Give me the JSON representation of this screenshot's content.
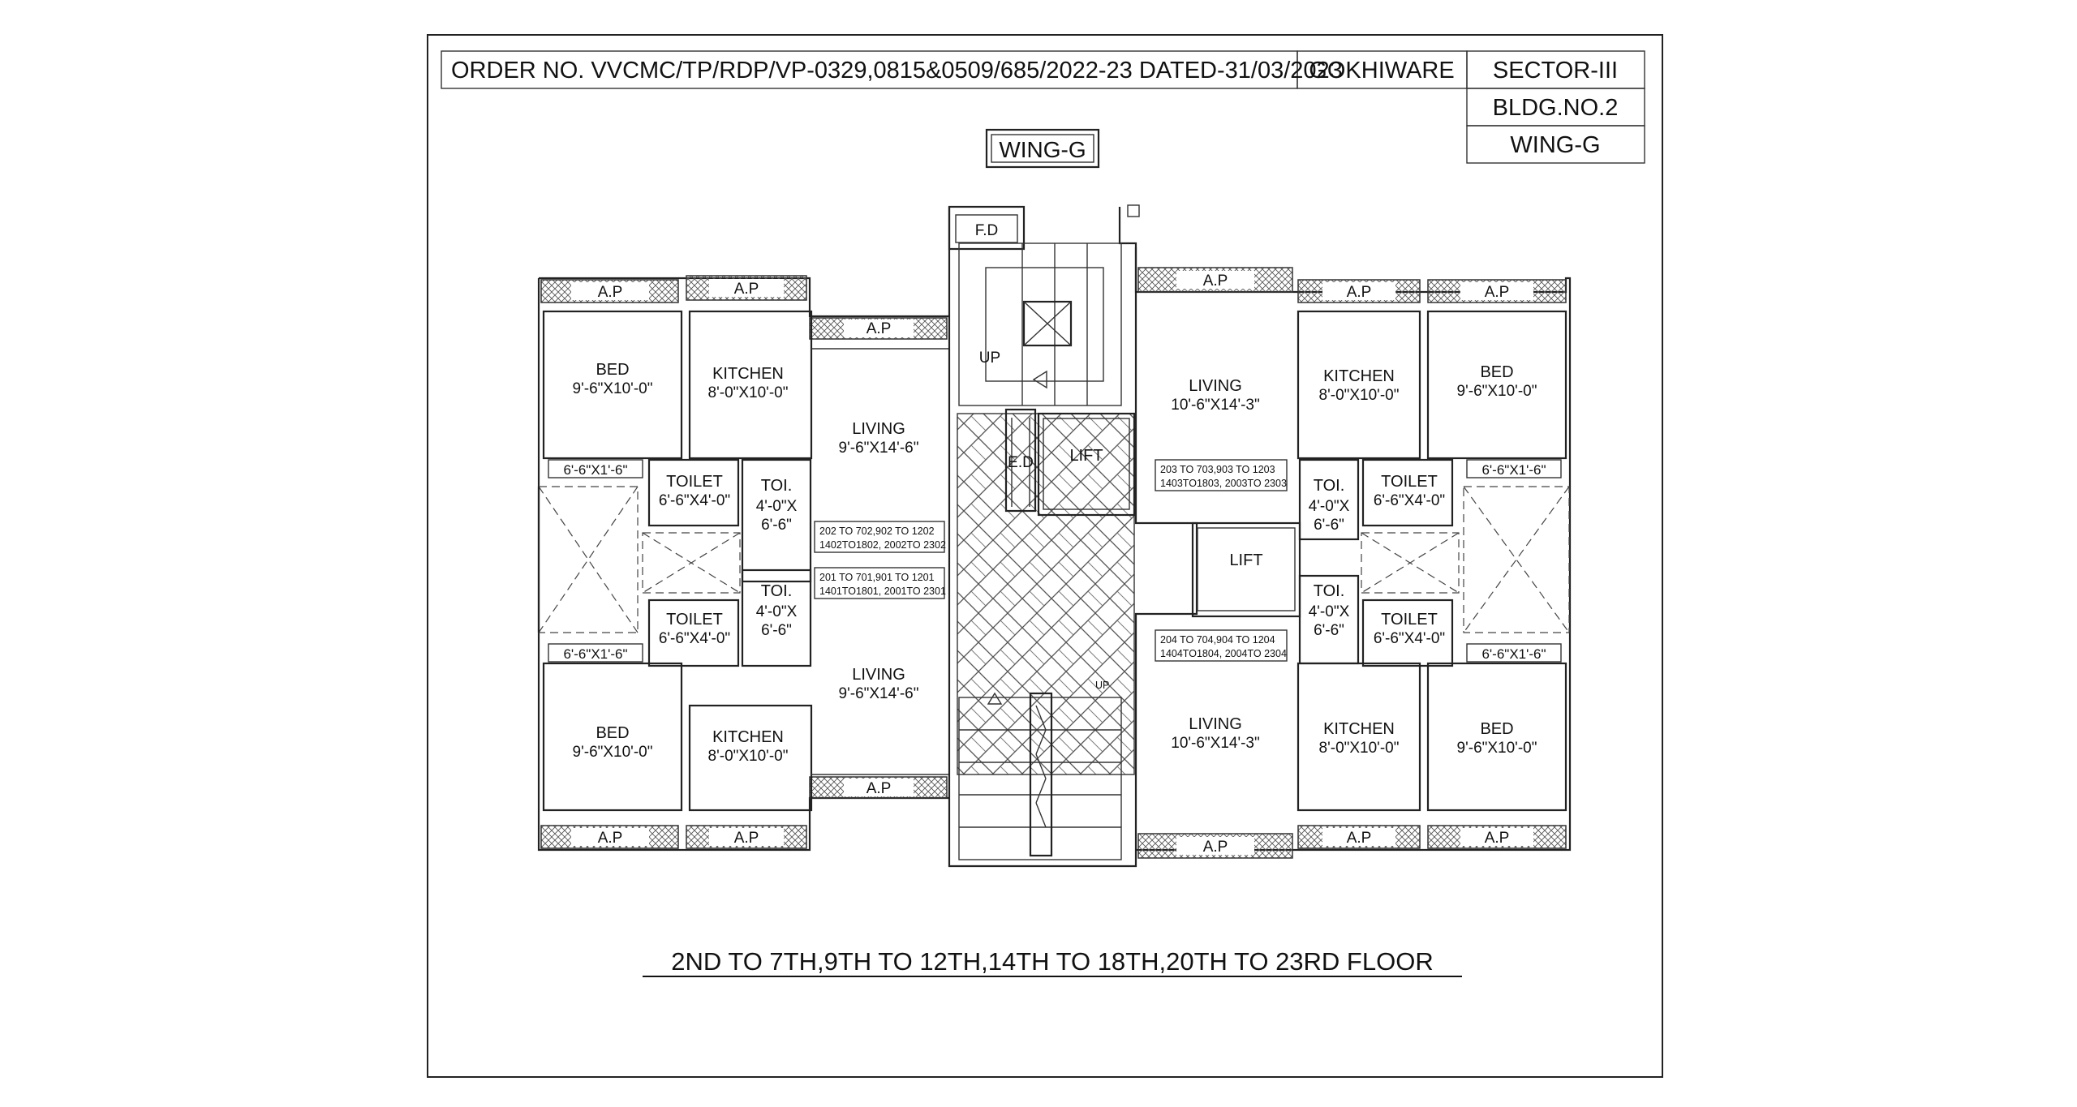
{
  "title_block": {
    "order_no": "ORDER NO. VVCMC/TP/RDP/VP-0329,0815&0509/685/2022-23 DATED-31/03/2023",
    "location": "GOKHIWARE",
    "sector": "SECTOR-III",
    "building": "BLDG.NO.2",
    "wing": "WING-G"
  },
  "wing_label": "WING-G",
  "floor_caption": "2ND TO 7TH,9TH TO 12TH,14TH TO 18TH,20TH TO 23RD FLOOR",
  "labels": {
    "ap": "A.P",
    "fd": "F.D",
    "ed": "E.D",
    "lift": "LIFT",
    "up": "UP"
  },
  "rooms": {
    "left_top": {
      "bed": {
        "name": "BED",
        "size": "9'-6\"X10'-0\""
      },
      "kitchen": {
        "name": "KITCHEN",
        "size": "8'-0\"X10'-0\""
      },
      "living": {
        "name": "LIVING",
        "size": "9'-6\"X14'-6\""
      },
      "duct": "6'-6\"X1'-6\"",
      "toilet": {
        "name": "TOILET",
        "size": "6'-6\"X4'-0\""
      },
      "toi": {
        "name": "TOI.",
        "size1": "4'-0\"X",
        "size2": "6'-6\""
      }
    },
    "left_bottom": {
      "bed": {
        "name": "BED",
        "size": "9'-6\"X10'-0\""
      },
      "kitchen": {
        "name": "KITCHEN",
        "size": "8'-0\"X10'-0\""
      },
      "living": {
        "name": "LIVING",
        "size": "9'-6\"X14'-6\""
      },
      "duct": "6'-6\"X1'-6\"",
      "toilet": {
        "name": "TOILET",
        "size": "6'-6\"X4'-0\""
      },
      "toi": {
        "name": "TOI.",
        "size1": "4'-0\"X",
        "size2": "6'-6\""
      }
    },
    "right_top": {
      "bed": {
        "name": "BED",
        "size": "9'-6\"X10'-0\""
      },
      "kitchen": {
        "name": "KITCHEN",
        "size": "8'-0\"X10'-0\""
      },
      "living": {
        "name": "LIVING",
        "size": "10'-6\"X14'-3\""
      },
      "duct": "6'-6\"X1'-6\"",
      "toilet": {
        "name": "TOILET",
        "size": "6'-6\"X4'-0\""
      },
      "toi": {
        "name": "TOI.",
        "size1": "4'-0\"X",
        "size2": "6'-6\""
      }
    },
    "right_bottom": {
      "bed": {
        "name": "BED",
        "size": "9'-6\"X10'-0\""
      },
      "kitchen": {
        "name": "KITCHEN",
        "size": "8'-0\"X10'-0\""
      },
      "living": {
        "name": "LIVING",
        "size": "10'-6\"X14'-3\""
      },
      "duct": "6'-6\"X1'-6\"",
      "toilet": {
        "name": "TOILET",
        "size": "6'-6\"X4'-0\""
      },
      "toi": {
        "name": "TOI.",
        "size1": "4'-0\"X",
        "size2": "6'-6\""
      }
    }
  },
  "flat_numbers": {
    "left_top": [
      "202 TO 702,902 TO 1202",
      "1402TO1802, 2002TO 2302"
    ],
    "left_bottom": [
      "201 TO 701,901 TO 1201",
      "1401TO1801, 2001TO 2301"
    ],
    "right_top": [
      "203 TO 703,903 TO 1203",
      "1403TO1803, 2003TO 2303"
    ],
    "right_bottom": [
      "204 TO 704,904 TO 1204",
      "1404TO1804, 2004TO 2304"
    ]
  }
}
